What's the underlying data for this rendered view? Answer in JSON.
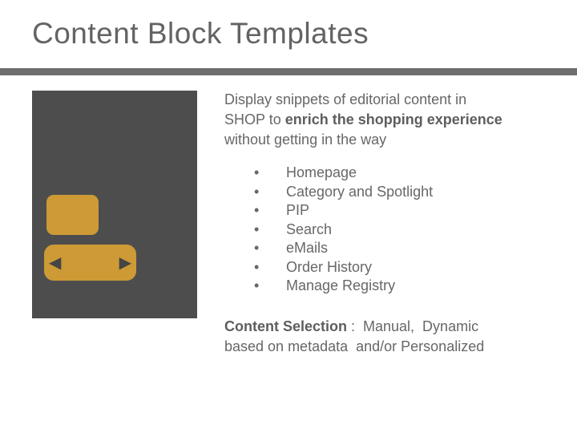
{
  "slide": {
    "title": "Content Block Templates",
    "colors": {
      "title_gray": "#636363",
      "divider_gray": "#6e6e6e",
      "body_gray": "#676767",
      "block_dark": "#4d4d4d",
      "accent_gold": "#cd9a35",
      "arrow_dark": "#454545"
    }
  },
  "figure": {
    "left_arrow_icon": "◀",
    "right_arrow_icon": "▶"
  },
  "intro": {
    "line1": "Display snippets of editorial content in",
    "line2_prefix": "SHOP to ",
    "line2_bold": "enrich the shopping experience",
    "line3": "without getting in the way"
  },
  "bullets": {
    "marker": "•",
    "items": [
      "Homepage",
      "Category and Spotlight",
      "PIP",
      "Search",
      "eMails",
      "Order History",
      "Manage Registry"
    ]
  },
  "content_selection": {
    "label": "Content Selection",
    "line1_rest": " :  Manual,  Dynamic",
    "line2": "based on metadata  and/or Personalized"
  }
}
